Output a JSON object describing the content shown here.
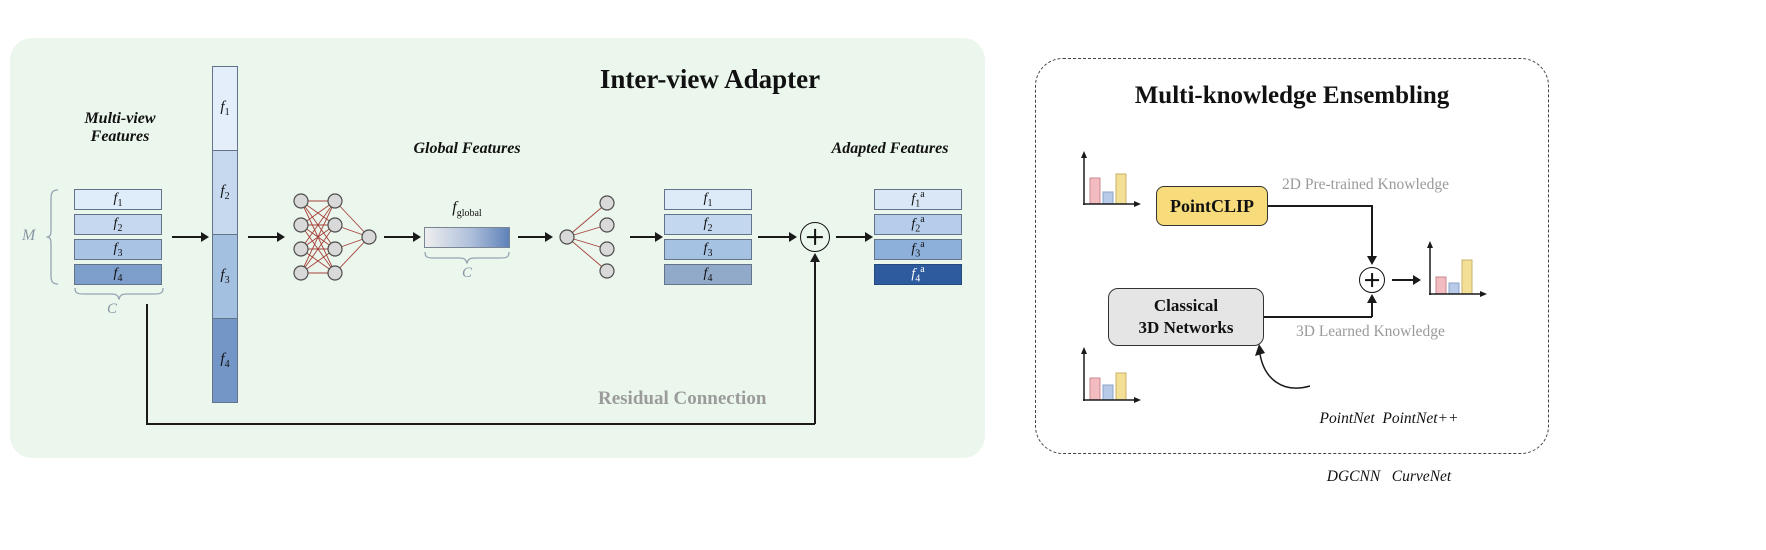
{
  "left_panel": {
    "title": "Inter-view Adapter",
    "multiview_label": {
      "line1": "Multi-view",
      "line2": "Features"
    },
    "dim_m": "M",
    "dim_c": "C",
    "stack_in": [
      {
        "base": "f",
        "sub": "1"
      },
      {
        "base": "f",
        "sub": "2"
      },
      {
        "base": "f",
        "sub": "3"
      },
      {
        "base": "f",
        "sub": "4"
      }
    ],
    "column": [
      {
        "base": "f",
        "sub": "1"
      },
      {
        "base": "f",
        "sub": "2"
      },
      {
        "base": "f",
        "sub": "3"
      },
      {
        "base": "f",
        "sub": "4"
      }
    ],
    "global_label": "Global Features",
    "global_feature": {
      "base": "f",
      "sub": "global"
    },
    "global_dim": "C",
    "stack_mid": [
      {
        "base": "f",
        "sub": "1"
      },
      {
        "base": "f",
        "sub": "2"
      },
      {
        "base": "f",
        "sub": "3"
      },
      {
        "base": "f",
        "sub": "4"
      }
    ],
    "adapted_label": "Adapted Features",
    "stack_out": [
      {
        "base": "f",
        "sub": "1",
        "sup": "a"
      },
      {
        "base": "f",
        "sub": "2",
        "sup": "a"
      },
      {
        "base": "f",
        "sub": "3",
        "sup": "a"
      },
      {
        "base": "f",
        "sub": "4",
        "sup": "a"
      }
    ],
    "residual_label": "Residual Connection"
  },
  "right_panel": {
    "title": "Multi-knowledge Ensembling",
    "pointclip": "PointCLIP",
    "classical": {
      "line1": "Classical",
      "line2": "3D Networks"
    },
    "label_2d": "2D Pre-trained Knowledge",
    "label_3d": "3D Learned Knowledge",
    "networks": {
      "line1": "PointNet  PointNet++",
      "line2": "DGCNN   CurveNet"
    }
  },
  "icons": {
    "plus_circle": "circled-plus",
    "bar_chart": "bar-chart",
    "neural_net": "mlp-network",
    "brace": "curly-brace"
  },
  "colors": {
    "panel_bg": "#ebf6ec",
    "feature_blues": [
      "#dfecf9",
      "#c5d8ef",
      "#a9c3e4",
      "#7e9ecb"
    ],
    "adapted_blues": [
      "#d9e7f6",
      "#b5cdeb",
      "#8db0da",
      "#2e5a9e"
    ],
    "pointclip_bg": "#f8dc7c",
    "classical_bg": "#e5e5e5",
    "bar_pink": "#f3bcc0",
    "bar_blue": "#b7cbe9",
    "bar_yellow": "#f4df96",
    "edge_red": "#a5403a",
    "muted_text": "#9a9a9a"
  }
}
